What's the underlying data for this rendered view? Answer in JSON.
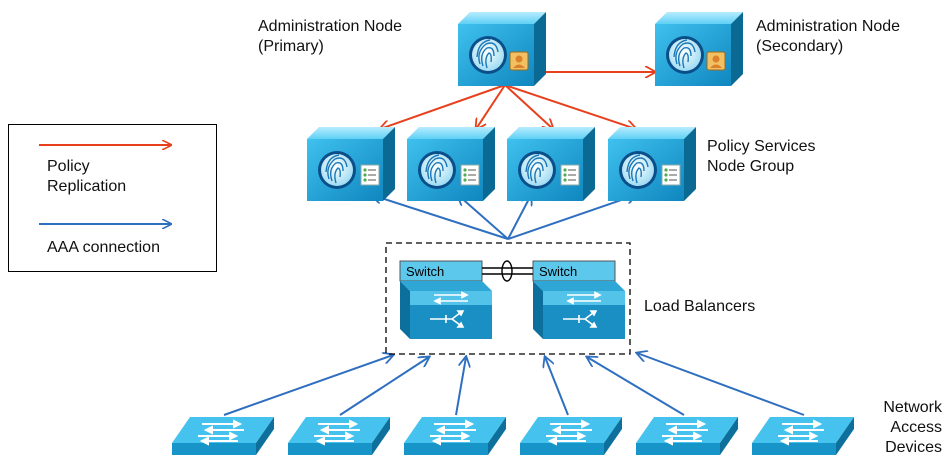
{
  "labels": {
    "admin_primary_line1": "Administration Node",
    "admin_primary_line2": "(Primary)",
    "admin_secondary_line1": "Administration Node",
    "admin_secondary_line2": "(Secondary)",
    "psn_line1": "Policy Services",
    "psn_line2": "Node Group",
    "load_balancers": "Load Balancers",
    "nad_line1": "Network",
    "nad_line2": "Access",
    "nad_line3": "Devices"
  },
  "legend": {
    "policy_line1": "Policy",
    "policy_line2": "Replication",
    "aaa": "AAA connection"
  },
  "switches": {
    "left_label": "Switch",
    "right_label": "Switch"
  },
  "colors": {
    "policy_replication": "#e8401c",
    "aaa_connection": "#2f6fbf",
    "device_blue": "#1ba6d8",
    "device_dark": "#0b6f98"
  }
}
